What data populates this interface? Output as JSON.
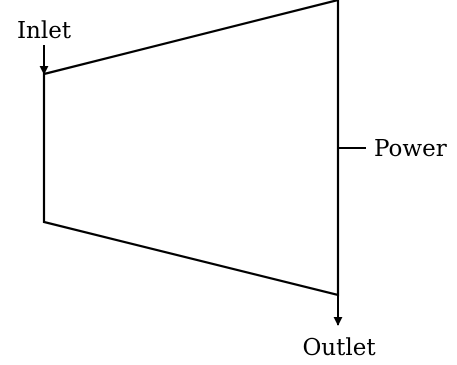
{
  "diagram": {
    "labels": {
      "inlet": "Inlet",
      "outlet": "Outlet",
      "power": "Power"
    },
    "colors": {
      "stroke": "#000000",
      "background": "#ffffff"
    }
  }
}
